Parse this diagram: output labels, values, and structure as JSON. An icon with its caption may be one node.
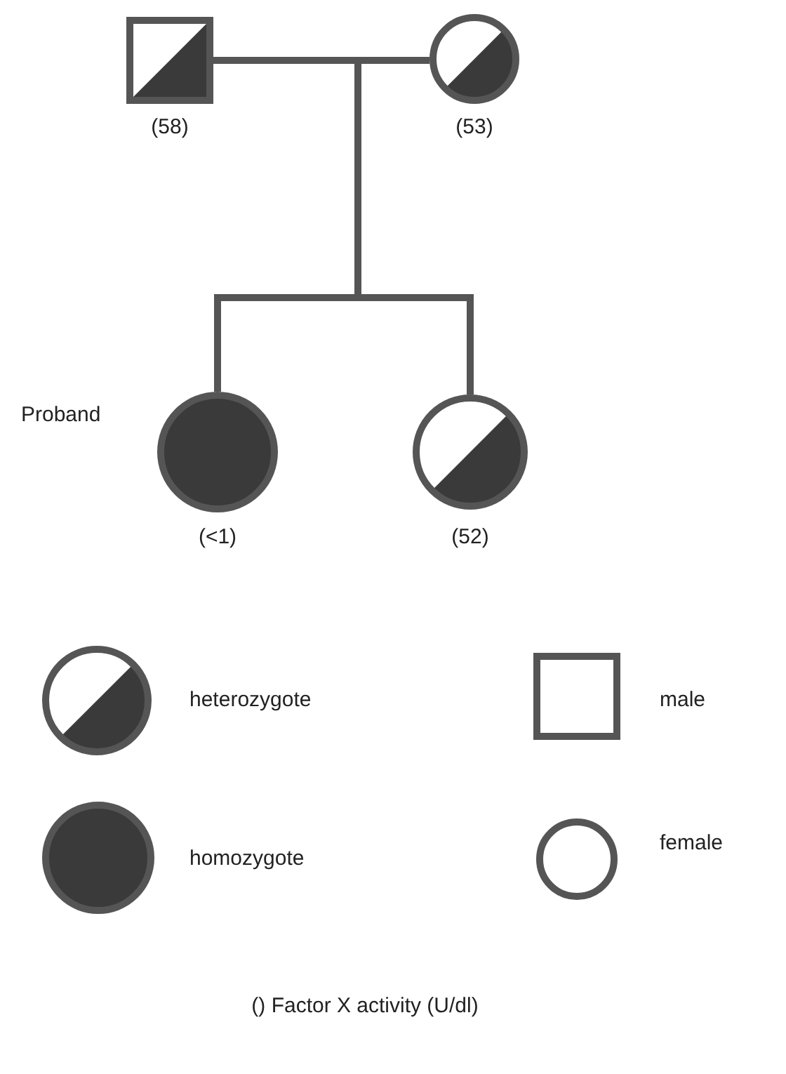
{
  "diagram": {
    "caption": "() Factor X activity (U/dl)",
    "nodes": [
      {
        "text": [],
        "shape": "box",
        "beside": [
          "(58)"
        ]
      },
      {
        "text": [],
        "shape": "circle",
        "beside": [
          "(53)"
        ]
      },
      {
        "text": [],
        "shape": "circle",
        "beside": [
          "Proband",
          "(<1)"
        ]
      },
      {
        "text": [],
        "shape": "circle",
        "beside": [
          "(52)"
        ]
      }
    ],
    "edges": [
      {
        "from": 0,
        "to": 1,
        "arrow": "none"
      },
      {
        "from": null,
        "to": 2,
        "arrow": "none"
      },
      {
        "from": null,
        "to": 3,
        "arrow": "none"
      }
    ],
    "legend": [
      {
        "text": "heterozygote"
      },
      {
        "text": "male"
      },
      {
        "text": "homozygote"
      },
      {
        "text": "female"
      }
    ]
  }
}
